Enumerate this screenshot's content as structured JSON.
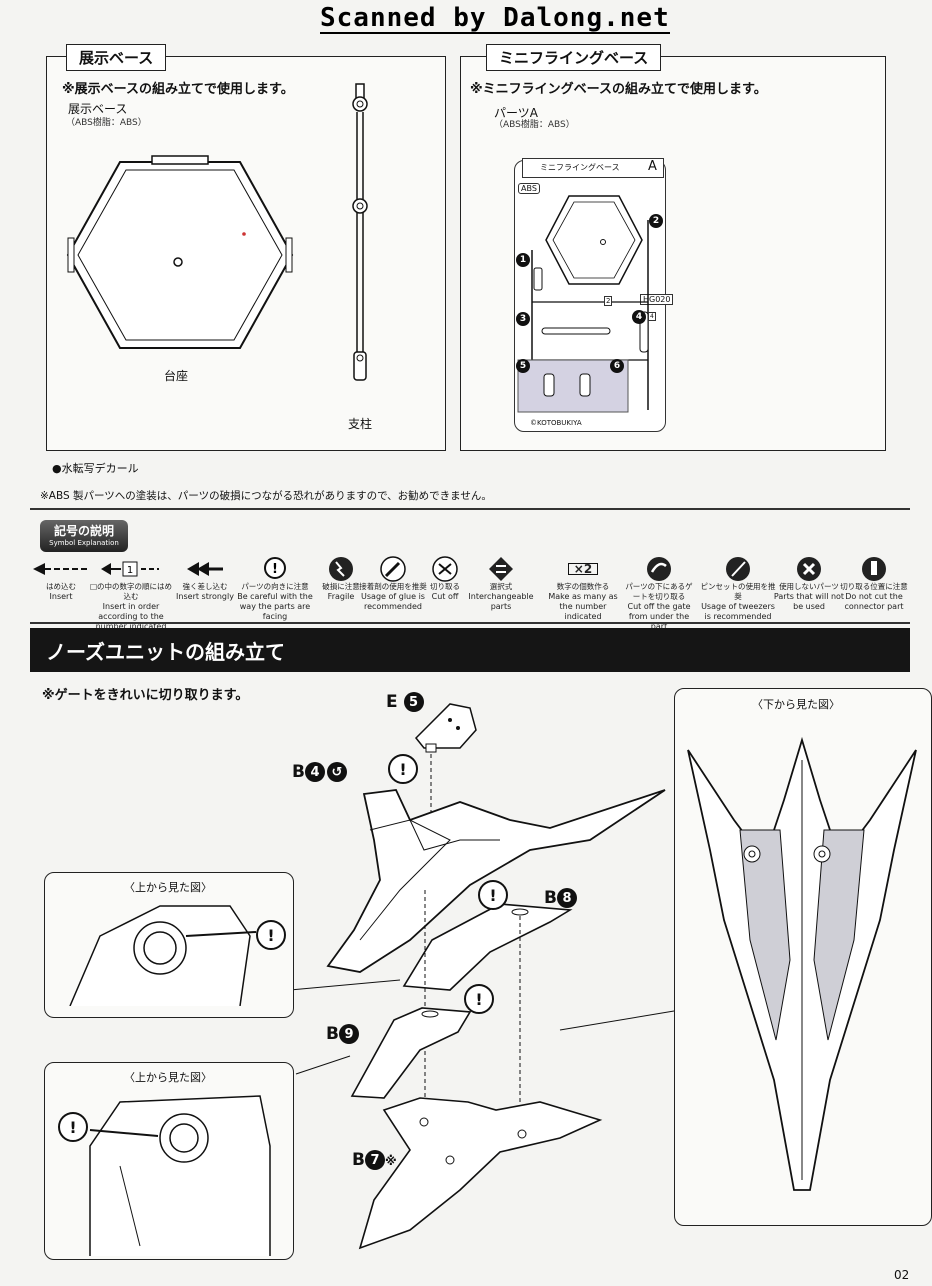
{
  "watermark": "Scanned by Dalong.net",
  "display_base": {
    "tab": "展示ベース",
    "note": "※展示ベースの組み立てで使用します。",
    "part_name": "展示ベース",
    "material": "（ABS樹脂：ABS）",
    "base_label": "台座",
    "pole_label": "支柱"
  },
  "mini_base": {
    "tab": "ミニフライングベース",
    "note": "※ミニフライングベースの組み立てで使用します。",
    "part_name": "パーツA",
    "material": "（ABS樹脂：ABS）",
    "runner_title": "ミニフライングベース",
    "runner_letter": "A",
    "runner_material": "ABS",
    "runner_code": "HG020",
    "maker": "©KOTOBUKIYA",
    "nums": [
      "1",
      "2",
      "3",
      "4",
      "5",
      "6"
    ],
    "gate_mark": "2",
    "gate_mark2": "4"
  },
  "decal": "●水転写デカール",
  "abs_warning": "※ABS 製パーツへの塗装は、パーツの破損につながる恐れがありますので、お勧めできません。",
  "symbols": {
    "title": "記号の説明",
    "subtitle": "Symbol Explanation",
    "items": [
      {
        "jp": "はめ込む",
        "en": "Insert",
        "icon": "arrow-insert-icon"
      },
      {
        "jp": "□の中の数字の順にはめ込む",
        "en": "Insert in order according to the number indicated",
        "icon": "numbered-insert-icon",
        "glyph": "1"
      },
      {
        "jp": "強く差し込む",
        "en": "Insert strongly",
        "icon": "insert-strongly-icon"
      },
      {
        "jp": "パーツの向きに注意",
        "en": "Be careful with the way the parts are facing",
        "icon": "caution-icon"
      },
      {
        "jp": "破損に注意",
        "en": "Fragile",
        "icon": "fragile-icon"
      },
      {
        "jp": "接着剤の使用を推奨",
        "en": "Usage of glue is recommended",
        "icon": "glue-icon"
      },
      {
        "jp": "切り取る",
        "en": "Cut off",
        "icon": "cut-off-icon"
      },
      {
        "jp": "選択式",
        "en": "Interchangeable parts",
        "icon": "interchangeable-icon"
      },
      {
        "jp": "数字の個数作る",
        "en": "Make as many as the number indicated",
        "icon": "multiply-icon",
        "glyph": "×2"
      },
      {
        "jp": "パーツの下にあるゲートを切り取る",
        "en": "Cut off the gate from under the part",
        "icon": "cut-gate-icon"
      },
      {
        "jp": "ピンセットの使用を推奨",
        "en": "Usage of tweezers is recommended",
        "icon": "tweezers-icon"
      },
      {
        "jp": "使用しないパーツ",
        "en": "Parts that will not be used",
        "icon": "not-used-icon"
      },
      {
        "jp": "切り取る位置に注意",
        "en": "Do not cut the connector part",
        "icon": "cut-position-icon"
      }
    ]
  },
  "section": {
    "title": "ノーズユニットの組み立て",
    "note": "※ゲートをきれいに切り取ります。",
    "top_view_label": "〈上から見た図〉",
    "bottom_view_label": "〈下から見た図〉",
    "callouts": {
      "e5_letter": "E",
      "e5_num": "5",
      "b4_letter": "B",
      "b4_num": "4",
      "b8_letter": "B",
      "b8_num": "8",
      "b9_letter": "B",
      "b9_num": "9",
      "b7_letter": "B",
      "b7_num": "7",
      "b7_mark": "※"
    },
    "warn_glyph": "!"
  },
  "page_number": "02"
}
